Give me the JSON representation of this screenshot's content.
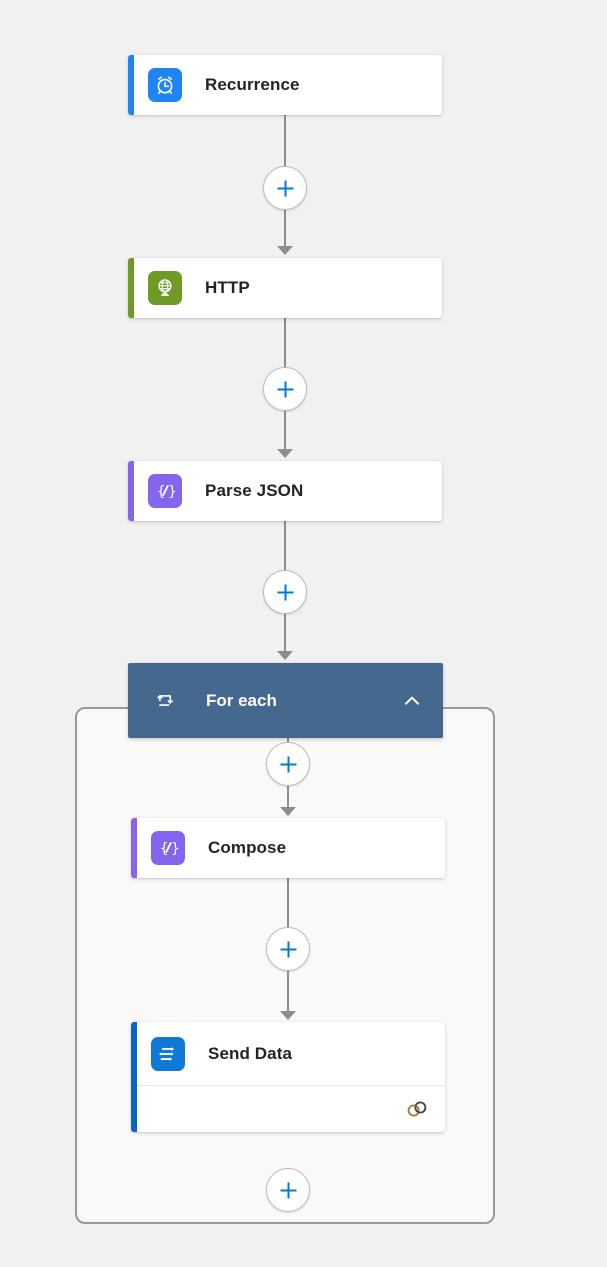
{
  "page": {
    "background_color": "#f1f1f1",
    "app": "workflow-designer"
  },
  "nodes": [
    {
      "label": "Recurrence",
      "type": "trigger",
      "icon": "alarm-clock-icon",
      "accent_color": "#1f85f2",
      "icon_bg": "#1f85f2"
    },
    {
      "label": "HTTP",
      "type": "action",
      "icon": "globe-icon",
      "accent_color": "#6f9a26",
      "icon_bg": "#6f9a26"
    },
    {
      "label": "Parse JSON",
      "type": "action",
      "icon": "braces-pencil-icon",
      "accent_color": "#8565ee",
      "icon_bg": "#8565ee"
    },
    {
      "label": "For each",
      "type": "scope",
      "icon": "loop-icon",
      "accent_color": "#44688e",
      "state": "expanded",
      "collapse_icon": "chevron-up-icon"
    },
    {
      "label": "Compose",
      "type": "action",
      "icon": "braces-pencil-icon",
      "accent_color": "#8565ee",
      "icon_bg": "#8565ee"
    },
    {
      "label": "Send Data",
      "type": "action",
      "icon": "data-arrows-icon",
      "accent_color": "#0b64c5",
      "icon_bg": "#0e79d6",
      "badge_icon": "connection-link-icon"
    }
  ],
  "connectors": {
    "insert_icon": "plus-icon",
    "plus_color": "#0078d4",
    "line_color": "#8f8d8b",
    "insert_button_count": 6
  },
  "scope_container": {
    "border_color": "#9b9997",
    "fill_color": "#faf9f7"
  }
}
